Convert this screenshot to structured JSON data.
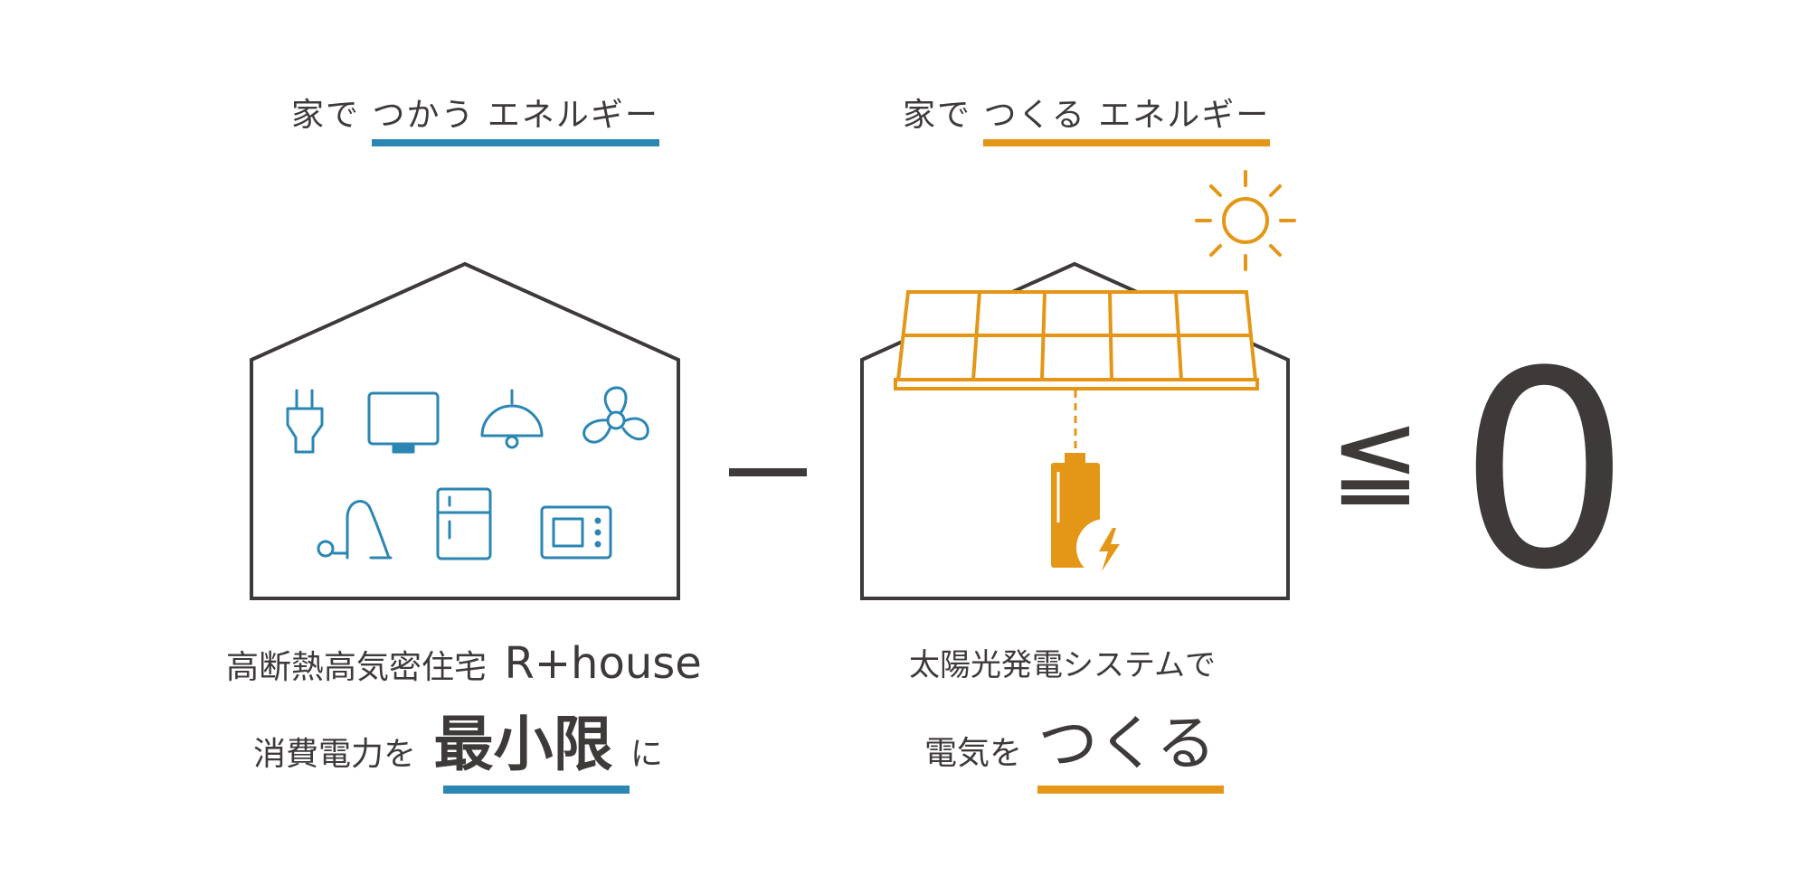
{
  "left": {
    "heading_prefix": "家で",
    "heading_highlight": "つかう エネルギー",
    "caption_line1": "高断熱高気密住宅",
    "caption_brand": "R+house",
    "caption_line2_prefix": "消費電力を",
    "caption_line2_emphasis": "最小限",
    "caption_line2_suffix": "に"
  },
  "right": {
    "heading_prefix": "家で",
    "heading_highlight": "つくる エネルギー",
    "caption_line1": "太陽光発電システムで",
    "caption_line2_prefix": "電気を",
    "caption_line2_emphasis": "つくる"
  },
  "formula": {
    "minus": "−",
    "less_equal": "≦",
    "zero": "0"
  },
  "colors": {
    "blue": "#2b86b3",
    "orange": "#e49616",
    "dark": "#3d3a39"
  },
  "icons": {
    "left_house": [
      "plug-icon",
      "tv-icon",
      "ceiling-lamp-icon",
      "fan-icon",
      "vacuum-cleaner-icon",
      "refrigerator-icon",
      "microwave-icon"
    ],
    "right_house": [
      "solar-panel-icon",
      "battery-icon",
      "lightning-icon",
      "sun-icon"
    ]
  }
}
